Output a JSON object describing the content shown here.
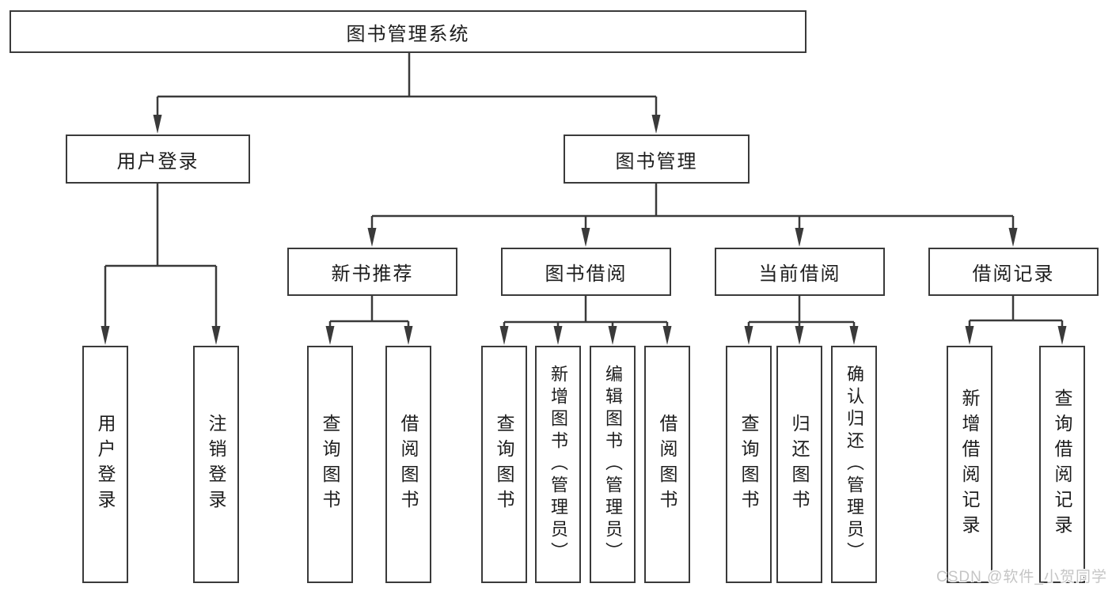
{
  "diagram": {
    "title": "图书管理系统",
    "root": {
      "label": "图书管理系统"
    },
    "level2": [
      {
        "id": "user-login",
        "label": "用户登录"
      },
      {
        "id": "book-management",
        "label": "图书管理"
      }
    ],
    "level3": [
      {
        "id": "new-book-recommend",
        "parent": "图书管理",
        "label": "新书推荐"
      },
      {
        "id": "book-borrow",
        "parent": "图书管理",
        "label": "图书借阅"
      },
      {
        "id": "current-borrow",
        "parent": "图书管理",
        "label": "当前借阅"
      },
      {
        "id": "borrow-record",
        "parent": "图书管理",
        "label": "借阅记录"
      }
    ],
    "level4": [
      {
        "parent": "用户登录",
        "label": "用户登录"
      },
      {
        "parent": "用户登录",
        "label": "注销登录"
      },
      {
        "parent": "新书推荐",
        "label": "查询图书"
      },
      {
        "parent": "新书推荐",
        "label": "借阅图书"
      },
      {
        "parent": "图书借阅",
        "label": "查询图书"
      },
      {
        "parent": "图书借阅",
        "label": "新增图书（管理员）"
      },
      {
        "parent": "图书借阅",
        "label": "编辑图书（管理员）"
      },
      {
        "parent": "图书借阅",
        "label": "借阅图书"
      },
      {
        "parent": "当前借阅",
        "label": "查询图书"
      },
      {
        "parent": "当前借阅",
        "label": "归还图书"
      },
      {
        "parent": "当前借阅",
        "label": "确认归还（管理员）"
      },
      {
        "parent": "借阅记录",
        "label": "新增借阅记录"
      },
      {
        "parent": "借阅记录",
        "label": "查询借阅记录"
      }
    ]
  },
  "watermark": {
    "text": "CSDN @软件_小贺同学"
  },
  "colors": {
    "line": "#3a3a3a",
    "box_border": "#3a3a3a",
    "box_fill": "#ffffff",
    "label_text": "#1d1d1d",
    "watermark_text": "#c5c5c5",
    "background": "#ffffff"
  }
}
